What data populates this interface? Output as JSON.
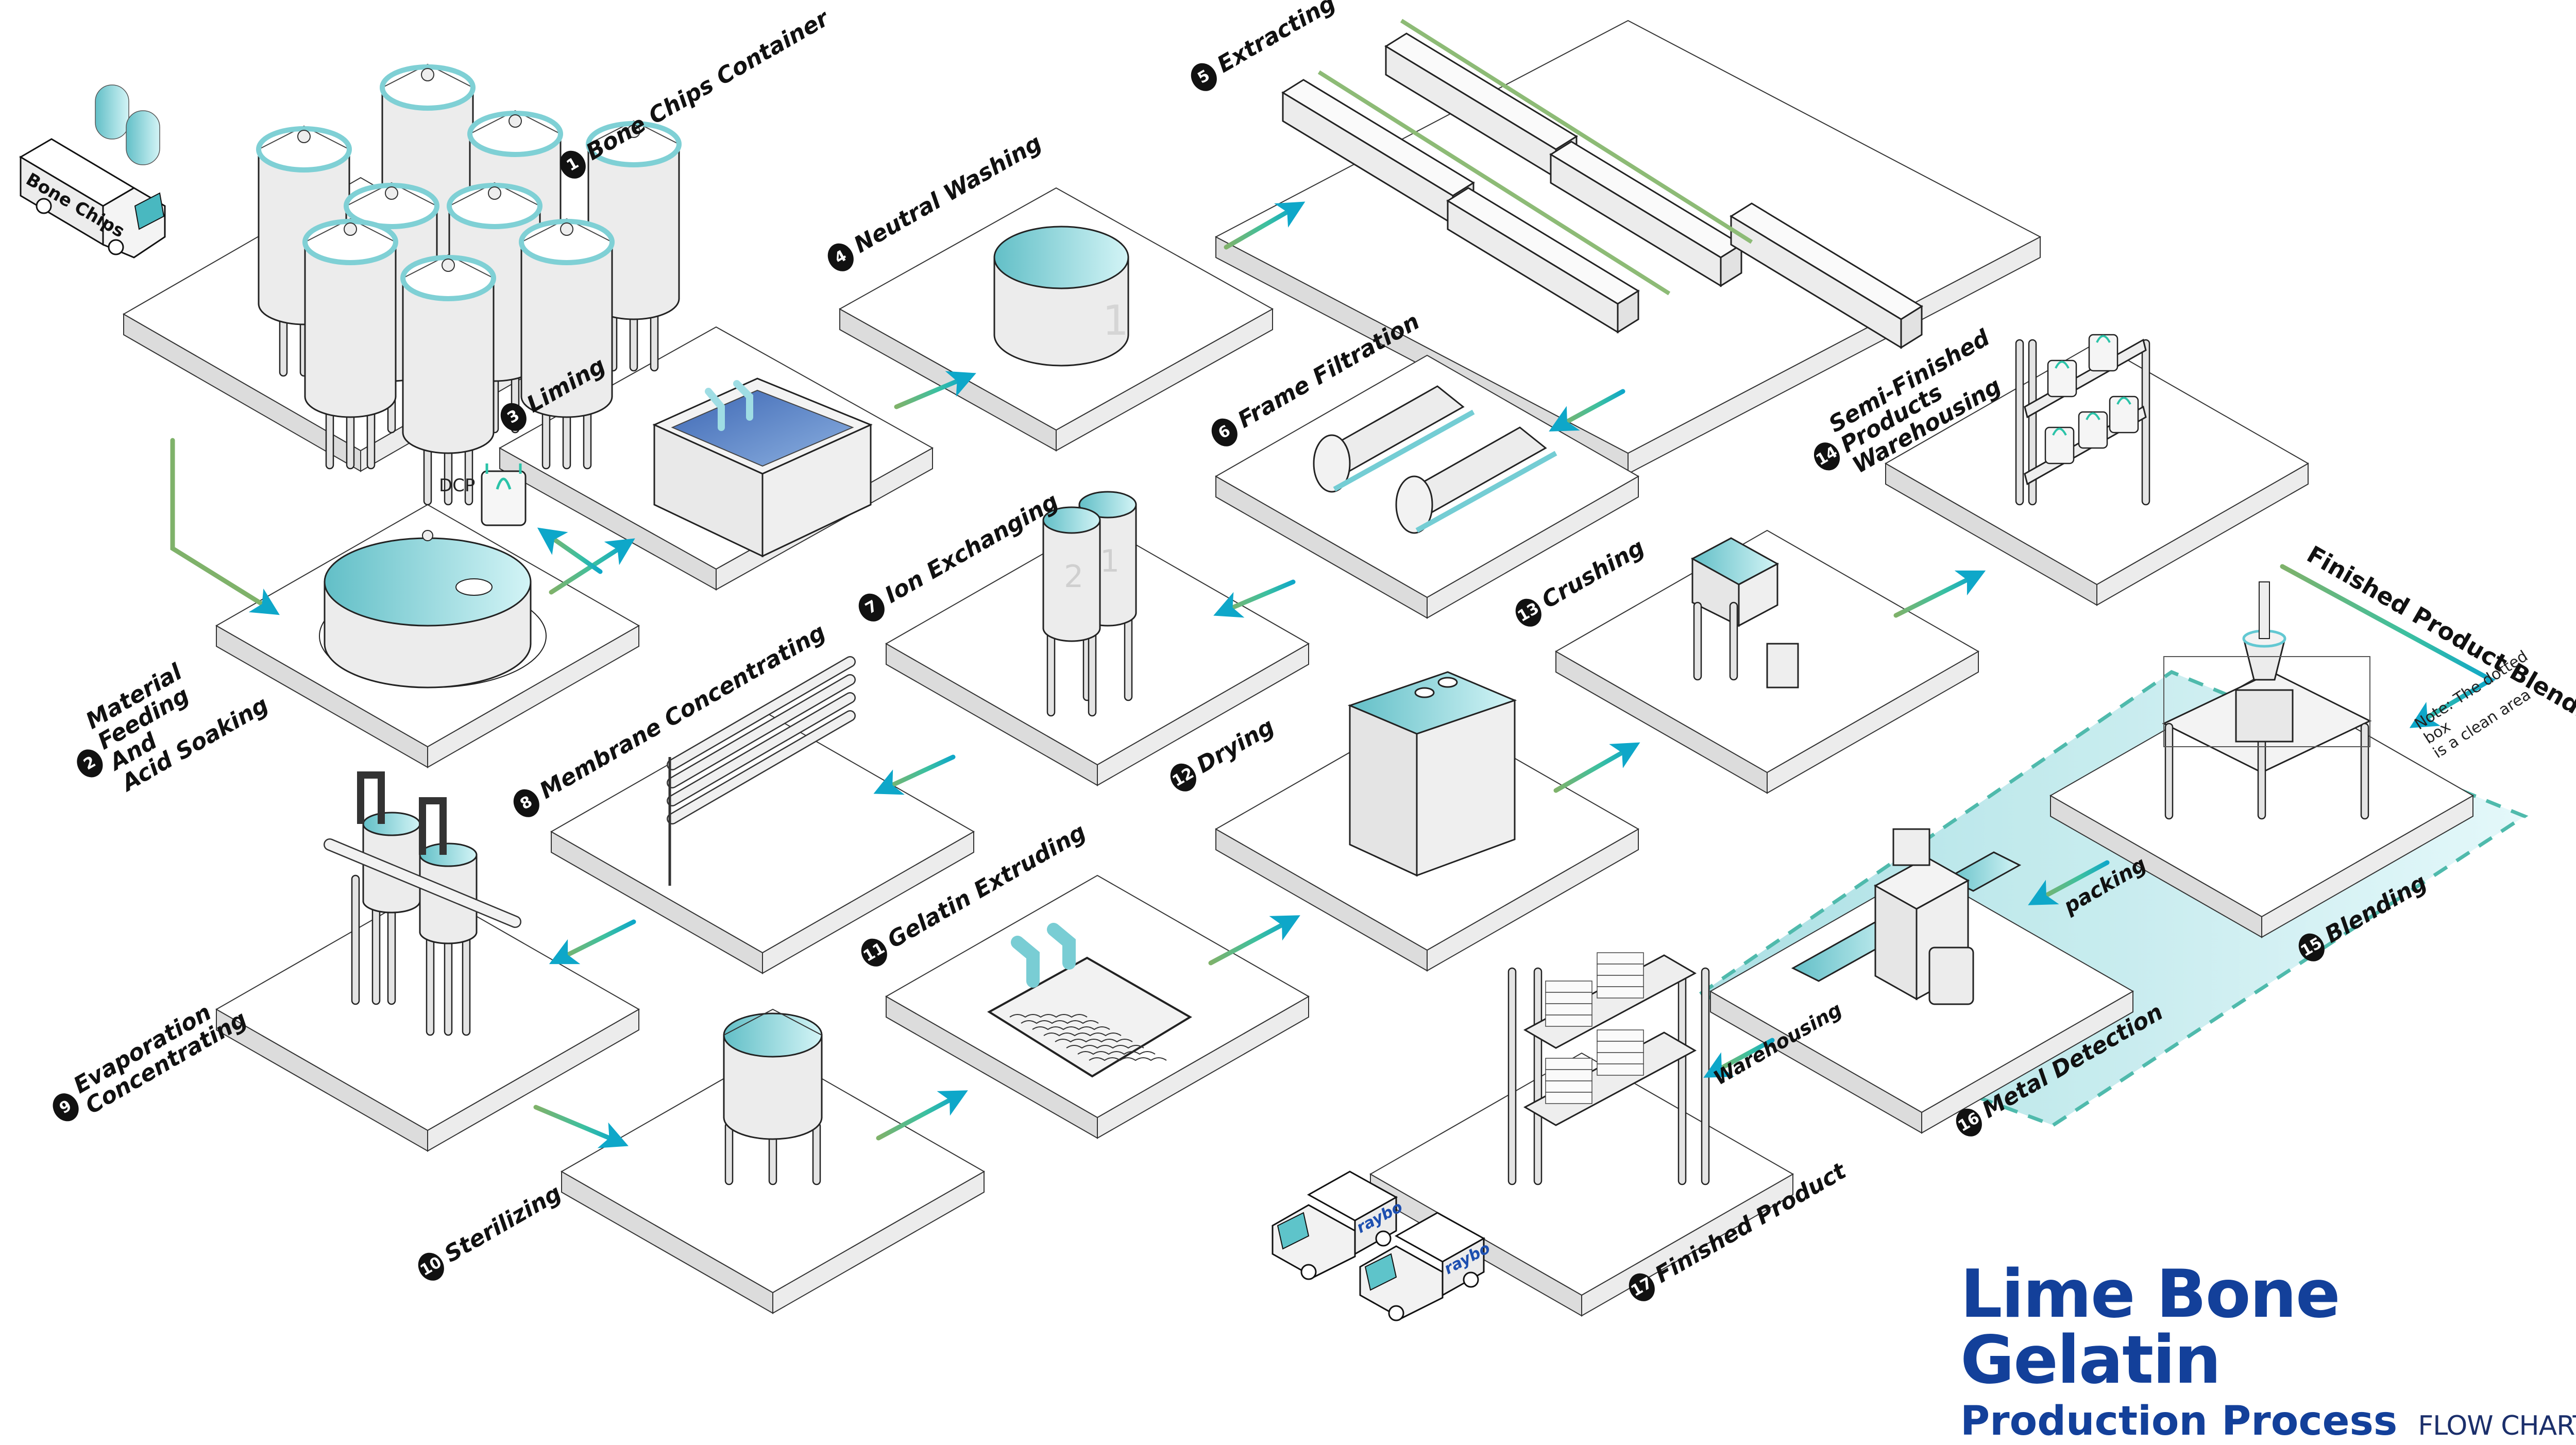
{
  "title": {
    "line1": "Lime Bone Gelatin",
    "line2": "Production Process",
    "line3": "FLOW CHART",
    "color": "#13409a"
  },
  "colors": {
    "accent_teal": "#16a9c6",
    "accent_green": "#7fb26a",
    "equipment_fill": "#ebebeb",
    "platform_side": "#dedede",
    "water_teal": "#8fd5d8",
    "liming_blue": "#5f86c6",
    "clean_area": "#c5ecef"
  },
  "steps": [
    {
      "num": "1",
      "label": "Bone Chips Container",
      "equipment": "silo-cluster"
    },
    {
      "num": "2",
      "label": "Material\nFeeding\nAnd\nAcid Soaking",
      "equipment": "round-tank"
    },
    {
      "num": "3",
      "label": "Liming",
      "equipment": "square-pool"
    },
    {
      "num": "4",
      "label": "Neutral Washing",
      "equipment": "washing-tank"
    },
    {
      "num": "5",
      "label": "Extracting",
      "equipment": "extraction-tanks"
    },
    {
      "num": "6",
      "label": "Frame Filtration",
      "equipment": "filter-press"
    },
    {
      "num": "7",
      "label": "Ion Exchanging",
      "equipment": "ion-exchange-columns"
    },
    {
      "num": "8",
      "label": "Membrane Concentrating",
      "equipment": "membrane-rack"
    },
    {
      "num": "9",
      "label": "Evaporation\nConcentrating",
      "equipment": "evaporator"
    },
    {
      "num": "10",
      "label": "Sterilizing",
      "equipment": "sterilizer-tank"
    },
    {
      "num": "11",
      "label": "Gelatin Extruding",
      "equipment": "extruder"
    },
    {
      "num": "12",
      "label": "Drying",
      "equipment": "dryer-cabinet"
    },
    {
      "num": "13",
      "label": "Crushing",
      "equipment": "crusher"
    },
    {
      "num": "14",
      "label": "Semi-Finished\nProducts\nWarehousing",
      "equipment": "bag-rack"
    },
    {
      "num": "15",
      "label": "Blending",
      "equipment": "blender"
    },
    {
      "num": "16",
      "label": "Metal Detection",
      "equipment": "metal-detector"
    },
    {
      "num": "17",
      "label": "Finished Product",
      "equipment": "box-rack"
    }
  ],
  "annotations": {
    "finished_blending": "Finished Product Blending",
    "packing": "packing",
    "warehousing": "Warehousing",
    "note": "Note: The dotted box\nis a clean area",
    "dcp": "DCP",
    "truck_bone_chips": "Bone Chips",
    "truck_brand": "raybo",
    "column_1": "1",
    "column_2": "2",
    "tank_number": "1"
  }
}
